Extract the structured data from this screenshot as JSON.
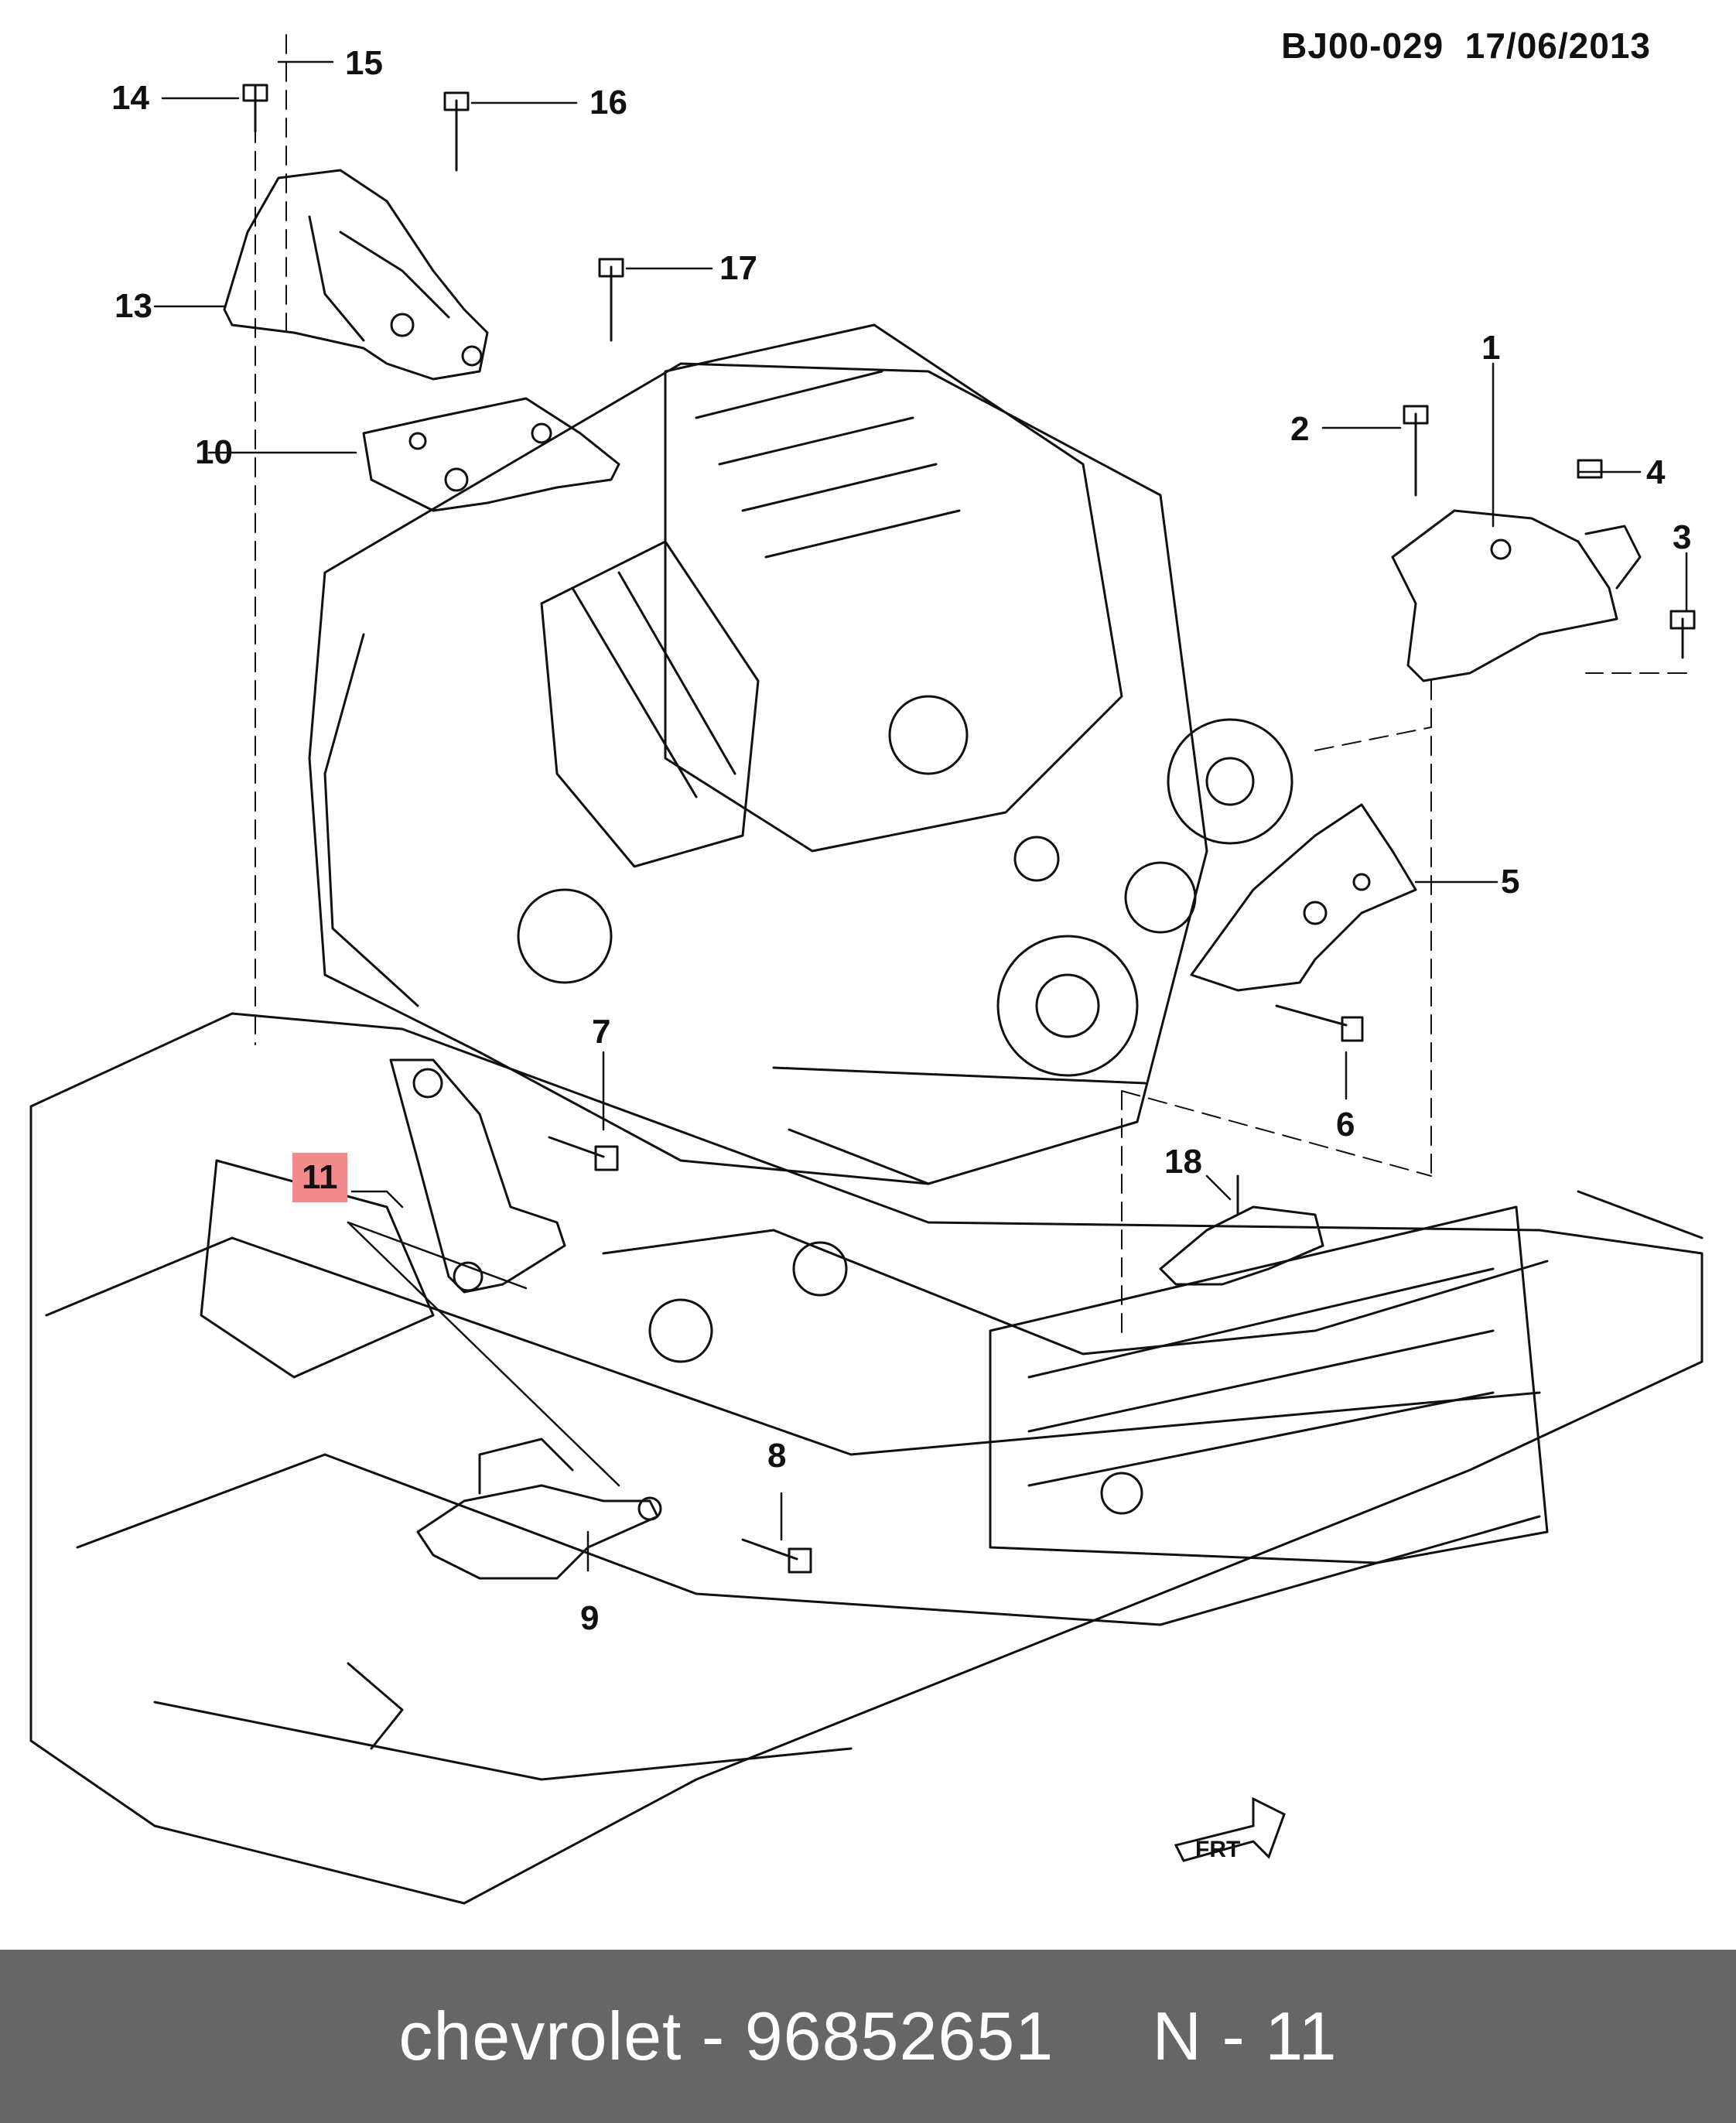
{
  "diagram": {
    "code": "BJ00-029",
    "date": "17/06/2013",
    "highlight_color": "#f28b8b",
    "callouts": [
      {
        "id": "c1",
        "label": "1"
      },
      {
        "id": "c2",
        "label": "2"
      },
      {
        "id": "c3",
        "label": "3"
      },
      {
        "id": "c4",
        "label": "4"
      },
      {
        "id": "c5",
        "label": "5"
      },
      {
        "id": "c6",
        "label": "6"
      },
      {
        "id": "c7",
        "label": "7"
      },
      {
        "id": "c8",
        "label": "8"
      },
      {
        "id": "c9",
        "label": "9"
      },
      {
        "id": "c10",
        "label": "10"
      },
      {
        "id": "c11",
        "label": "11",
        "highlighted": true
      },
      {
        "id": "c13",
        "label": "13"
      },
      {
        "id": "c14",
        "label": "14"
      },
      {
        "id": "c15",
        "label": "15"
      },
      {
        "id": "c16",
        "label": "16"
      },
      {
        "id": "c17",
        "label": "17"
      },
      {
        "id": "c18",
        "label": "18"
      }
    ],
    "front_marker": "FRT"
  },
  "footer": {
    "brand": "chevrolet",
    "separator": " - ",
    "part_number": "96852651",
    "position_label": "N - 11",
    "background": "#666666"
  }
}
